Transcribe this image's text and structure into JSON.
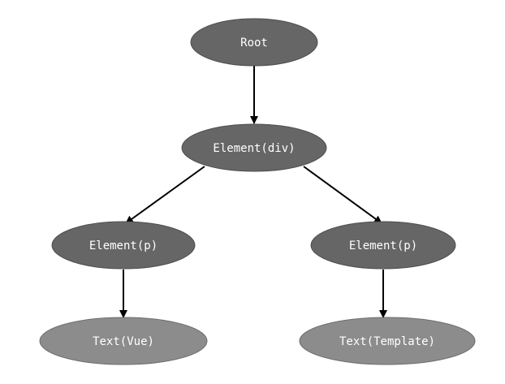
{
  "nodes": {
    "root": {
      "label": "Root",
      "fill": "#666666"
    },
    "div": {
      "label": "Element(div)",
      "fill": "#666666"
    },
    "p_left": {
      "label": "Element(p)",
      "fill": "#666666"
    },
    "p_right": {
      "label": "Element(p)",
      "fill": "#666666"
    },
    "text_vue": {
      "label": "Text(Vue)",
      "fill": "#8c8c8c"
    },
    "text_template": {
      "label": "Text(Template)",
      "fill": "#8c8c8c"
    }
  },
  "edges": [
    {
      "from": "root",
      "to": "div"
    },
    {
      "from": "div",
      "to": "p_left"
    },
    {
      "from": "div",
      "to": "p_right"
    },
    {
      "from": "p_left",
      "to": "text_vue"
    },
    {
      "from": "p_right",
      "to": "text_template"
    }
  ],
  "colors": {
    "edge": "#000000",
    "node_stroke": "#4d4d4d",
    "text": "#ffffff"
  }
}
